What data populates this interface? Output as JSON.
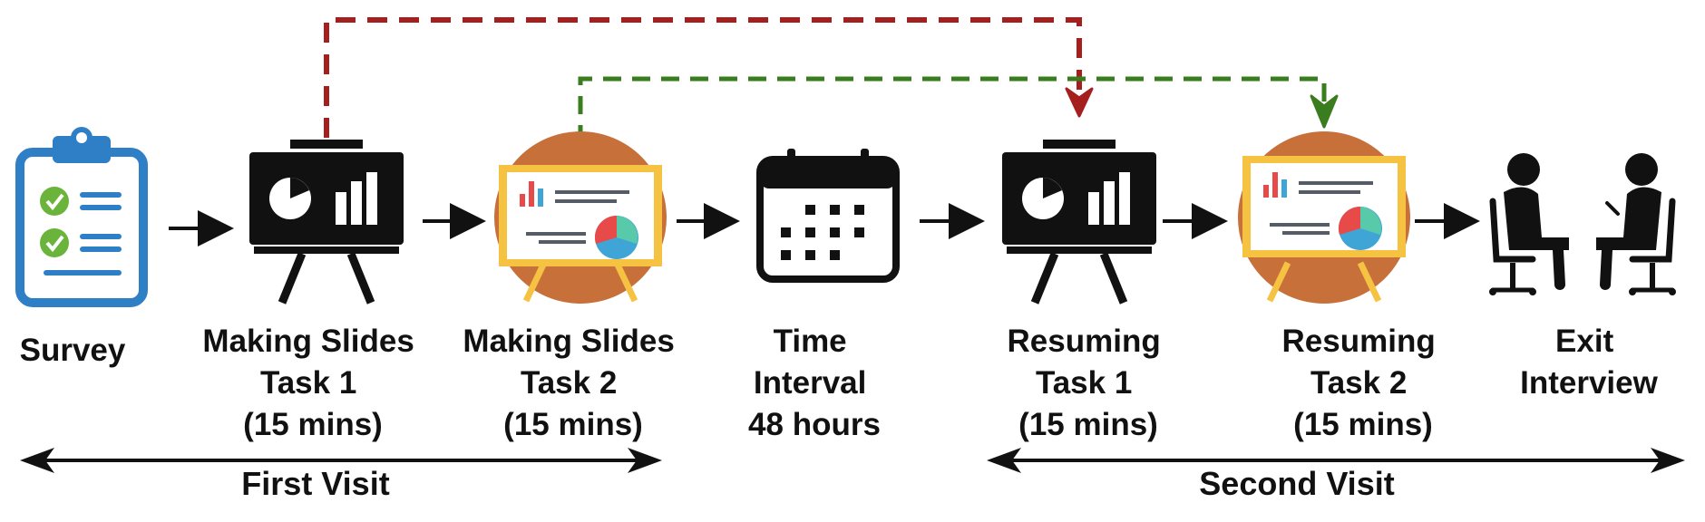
{
  "stages": [
    {
      "lines": [
        "Survey"
      ],
      "icon": "clipboard-checklist-icon"
    },
    {
      "lines": [
        "Making Slides",
        "Task 1",
        "(15 mins)"
      ],
      "icon": "presentation-board-icon"
    },
    {
      "lines": [
        "Making Slides",
        "Task 2",
        "(15 mins)"
      ],
      "icon": "slides-easel-icon"
    },
    {
      "lines": [
        "Time",
        "Interval",
        "48 hours"
      ],
      "icon": "calendar-icon"
    },
    {
      "lines": [
        "Resuming",
        "Task 1",
        "(15 mins)"
      ],
      "icon": "presentation-board-icon"
    },
    {
      "lines": [
        "Resuming",
        "Task 2",
        "(15 mins)"
      ],
      "icon": "slides-easel-icon"
    },
    {
      "lines": [
        "Exit",
        "Interview"
      ],
      "icon": "interview-people-icon"
    }
  ],
  "visits": {
    "first": "First Visit",
    "second": "Second Visit"
  },
  "colors": {
    "red_link": "#a51f1f",
    "green_link": "#3a7d1e",
    "clipboard_blue": "#2f7fc6",
    "check_green": "#6bb43c",
    "easel_orange": "#c8703a",
    "board_yellow": "#f5c242",
    "ink": "#111111"
  }
}
